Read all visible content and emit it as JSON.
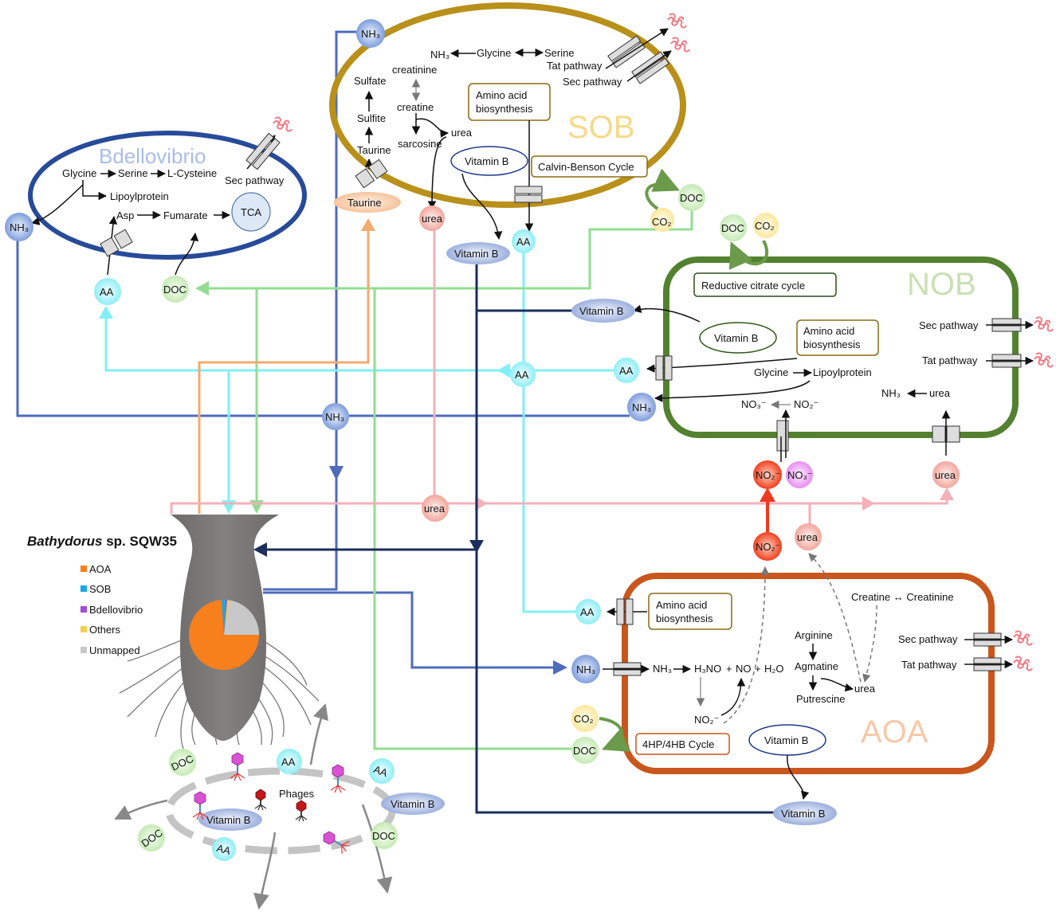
{
  "colors": {
    "sob": "#b8901a",
    "bdello": "#274b9a",
    "nob": "#538130",
    "aoa": "#c9561d",
    "nh3_line": "#4e6cbd",
    "aa_line": "#7ff0f5",
    "doc_line": "#93dd93",
    "taurine_line": "#f3ab6f",
    "urea_line": "#f3b1b8",
    "vitb_line": "#1b2e5c",
    "no2_line": "#f03a1f"
  },
  "cells": {
    "sob": {
      "title": "SOB",
      "nh3": "NH₃",
      "glycine": "Glycine",
      "serine": "Serine",
      "tat": "Tat pathway",
      "sec": "Sec pathway",
      "sulfate": "Sulfate",
      "sulfite": "Sulfite",
      "taurine": "Taurine",
      "creatinine": "creatinine",
      "creatine": "creatine",
      "urea": "urea",
      "sarcosine": "sarcosine",
      "amino_acid": [
        "Amino acid",
        "biosynthesis"
      ],
      "vitamin_b": "Vitamin B",
      "calvin": "Calvin-Benson Cycle",
      "doc": "DOC",
      "co2": "CO₂"
    },
    "bdello": {
      "title": "Bdellovibrio",
      "glycine": "Glycine",
      "serine": "Serine",
      "cysteine": "L-Cysteine",
      "sec": "Sec pathway",
      "lipoyl": "Lipoylprotein",
      "asp": "Asp",
      "fumarate": "Fumarate",
      "tca": "TCA"
    },
    "nob": {
      "title": "NOB",
      "doc": "DOC",
      "co2": "CO₂",
      "reductive": "Reductive citrate cycle",
      "vitamin_b": "Vitamin B",
      "amino_acid": [
        "Amino acid",
        "biosynthesis"
      ],
      "sec": "Sec pathway",
      "tat": "Tat pathway",
      "glycine": "Glycine",
      "lipoyl": "Lipoylprotein",
      "nh3": "NH₃",
      "urea": "urea",
      "no3": "NO₃⁻",
      "no2": "NO₂⁻"
    },
    "aoa": {
      "title": "AOA",
      "amino_acid": [
        "Amino acid",
        "biosynthesis"
      ],
      "creatine_pair": "Creatine ↔ Creatinine",
      "arginine": "Arginine",
      "agmatine": "Agmatine",
      "putrescine": "Putrescine",
      "urea": "urea",
      "sec": "Sec pathway",
      "tat": "Tat pathway",
      "nh3": "NH₃",
      "h3no": "H₃NO",
      "plus1": "+",
      "no": "NO",
      "plus2": "+",
      "h2o": "H₂O",
      "no2": "NO₂⁻",
      "cycle": "4HP/4HB Cycle",
      "vitamin_b": "Vitamin B",
      "co2": "CO₂",
      "doc": "DOC"
    }
  },
  "nodes": {
    "sob_nh3": "NH₃",
    "bdello_nh3": "NH₃",
    "aa_left": "AA",
    "doc_left": "DOC",
    "taurine": "Taurine",
    "urea_sob": "urea",
    "vitb_sob": "Vitamin B",
    "aa_sob": "AA",
    "vitb_nob": "Vitamin B",
    "aa_mid": "AA",
    "aa_nob": "AA",
    "nh3_mid": "NH₃",
    "nh3_nob": "NH₃",
    "no2_nob": "NO₂⁻",
    "no3_nob": "NO₃⁻",
    "urea_nob": "urea",
    "urea_mid": "urea",
    "no2_aoa": "NO₂⁻",
    "urea_aoa": "urea",
    "aa_aoa": "AA",
    "nh3_aoa": "NH₃",
    "vitb_aoa": "Vitamin B"
  },
  "nematode": {
    "title_italic": "Bathydorus",
    "title_rest": " sp. SQW35",
    "legend": [
      {
        "label": "AOA",
        "color": "#f77f1c"
      },
      {
        "label": "SOB",
        "color": "#1aa7e6"
      },
      {
        "label": "Bdellovibrio",
        "color": "#a04ad8"
      },
      {
        "label": "Others",
        "color": "#f5cf4d"
      },
      {
        "label": "Unmapped",
        "color": "#c8c8c8"
      }
    ]
  },
  "chart_data": {
    "type": "pie",
    "title": "",
    "categories": [
      "AOA",
      "SOB",
      "Bdellovibrio",
      "Others",
      "Unmapped"
    ],
    "values": [
      74,
      2,
      0.5,
      1,
      22.5
    ]
  },
  "bottom": {
    "phages": "Phages",
    "doc1": "DOC",
    "aa1": "AA",
    "aa2": "AA",
    "vitb1": "Vitamin B",
    "vitb2": "Vitamin B",
    "doc2": "DOC",
    "doc3": "DOC",
    "aa3": "AA"
  }
}
